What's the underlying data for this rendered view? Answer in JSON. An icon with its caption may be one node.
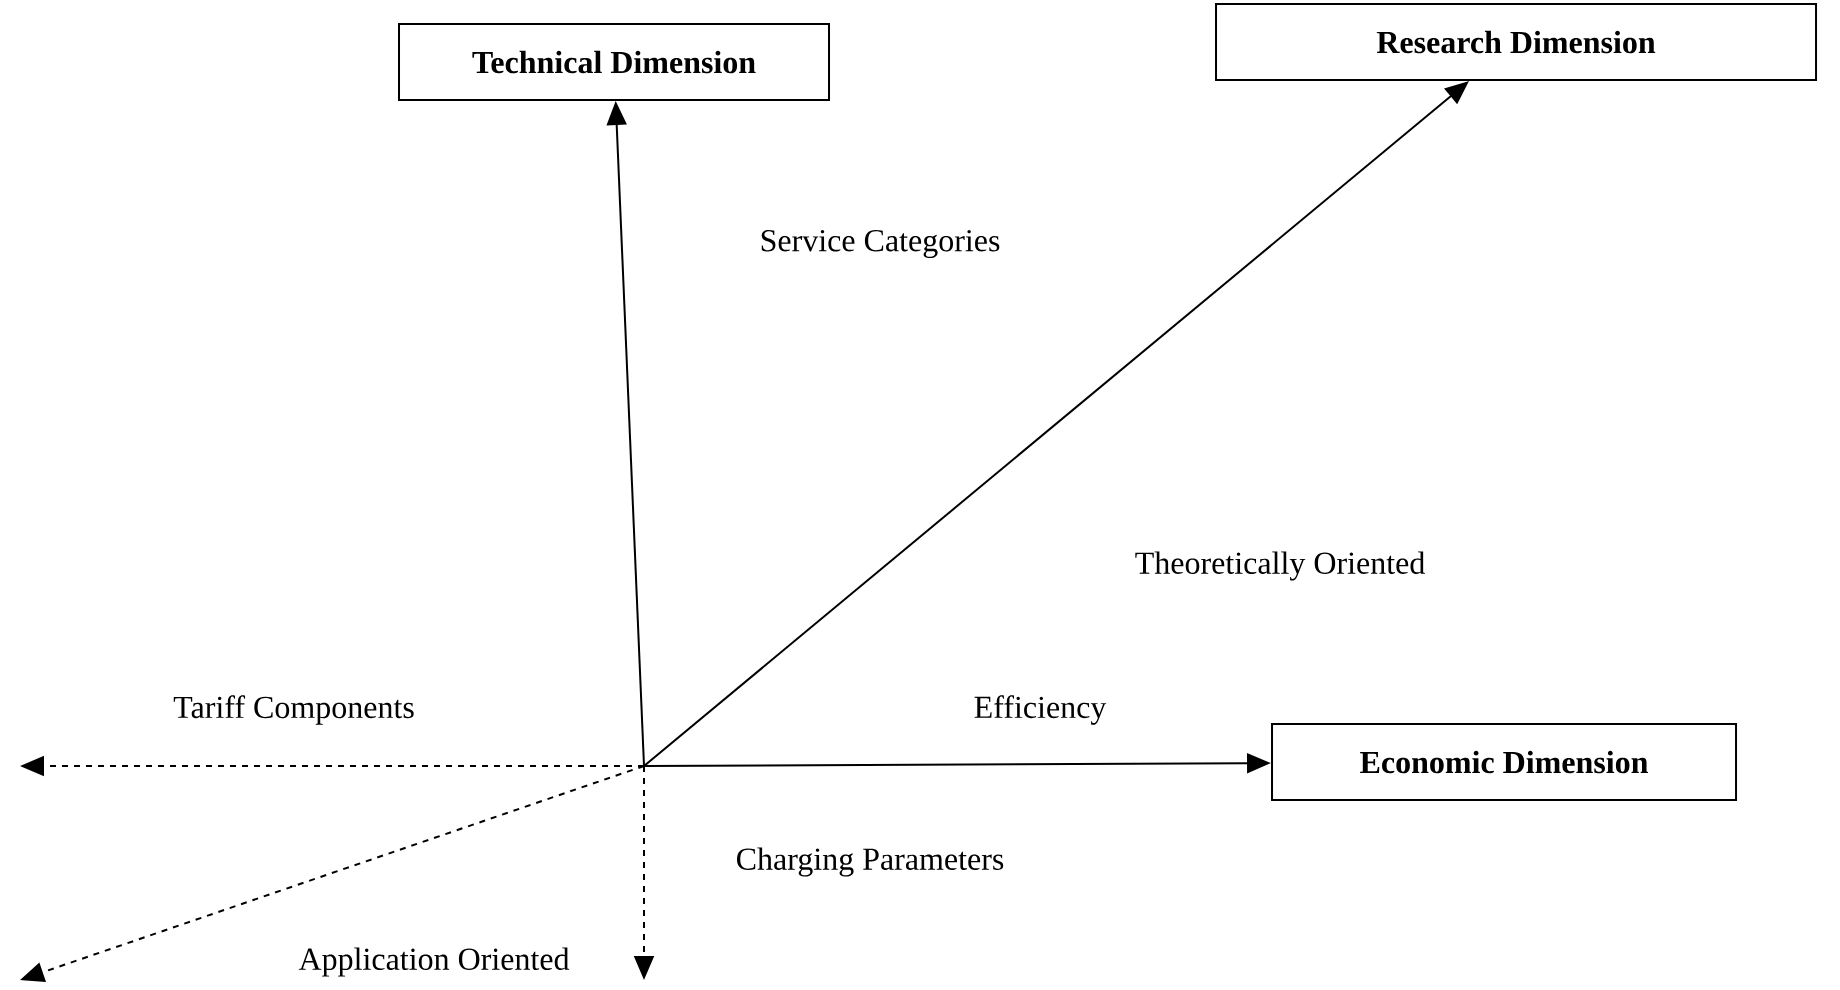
{
  "diagram": {
    "nodes": [
      {
        "text": [
          "Technical Dimension"
        ]
      },
      {
        "text": [
          "Research Dimension"
        ]
      },
      {
        "text": [
          "Economic Dimension"
        ]
      }
    ],
    "edges": [
      {
        "from": null,
        "to": 0,
        "arrow": "to",
        "label": "Service Categories"
      },
      {
        "from": null,
        "to": 1,
        "arrow": "to",
        "label": "Theoretically Oriented"
      },
      {
        "from": null,
        "to": 2,
        "arrow": "to",
        "label": "Efficiency"
      }
    ],
    "labels": [
      "Tariff Components",
      "Charging Parameters",
      "Application Oriented"
    ]
  }
}
